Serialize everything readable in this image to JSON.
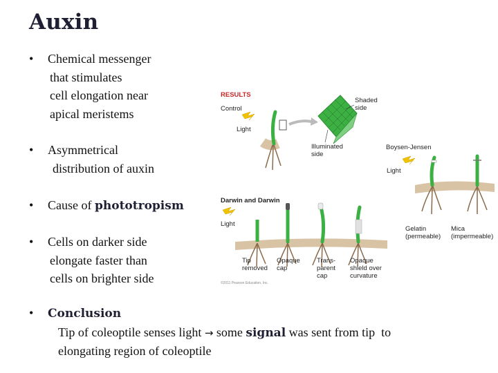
{
  "title": "Auxin",
  "bullets": {
    "b1": {
      "marker": "•",
      "lines": [
        "Chemical messenger",
        "that stimulates",
        "cell elongation near",
        "apical meristems"
      ]
    },
    "b2": {
      "marker": "•",
      "lines": [
        "Asymmetrical",
        "distribution of auxin"
      ]
    },
    "b3": {
      "marker": "•",
      "prefix": "Cause of ",
      "highlight": "phototropism"
    },
    "b4": {
      "marker": "•",
      "lines": [
        "Cells on darker side",
        "elongate faster than",
        "cells on brighter side"
      ]
    },
    "b5": {
      "marker": "•",
      "heading": "Conclusion",
      "line1_a": "Tip of coleoptile senses light ",
      "arrow": "→",
      "line1_b": " some ",
      "line1_highlight": "signal",
      "line1_c": " was sent from tip  to",
      "line2": "elongating region of coleoptile"
    }
  },
  "figure": {
    "results": "RESULTS",
    "control": "Control",
    "light1": "Light",
    "shaded_side_1": "Shaded",
    "shaded_side_2": "side",
    "illuminated_1": "Illuminated",
    "illuminated_2": "side",
    "boysen_jensen": "Boysen-Jensen",
    "light2": "Light",
    "darwin": "Darwin and Darwin",
    "light3": "Light",
    "gelatin_1": "Gelatin",
    "gelatin_2": "(permeable)",
    "mica_1": "Mica",
    "mica_2": "(impermeable)",
    "tip_removed_1": "Tip",
    "tip_removed_2": "removed",
    "opaque_cap_1": "Opaque",
    "opaque_cap_2": "cap",
    "transparent_1": "Trans-",
    "transparent_2": "parent",
    "transparent_3": "cap",
    "opaque_shield_1": "Opaque",
    "opaque_shield_2": "shield over",
    "opaque_shield_3": "curvature",
    "copyright": "©2011 Pearson Education, Inc.",
    "colors": {
      "stem": "#3cb043",
      "stem_dark": "#2e8b34",
      "soil": "#d8c3a5",
      "lightning": "#f2c400",
      "root": "#8a6a4a"
    }
  }
}
